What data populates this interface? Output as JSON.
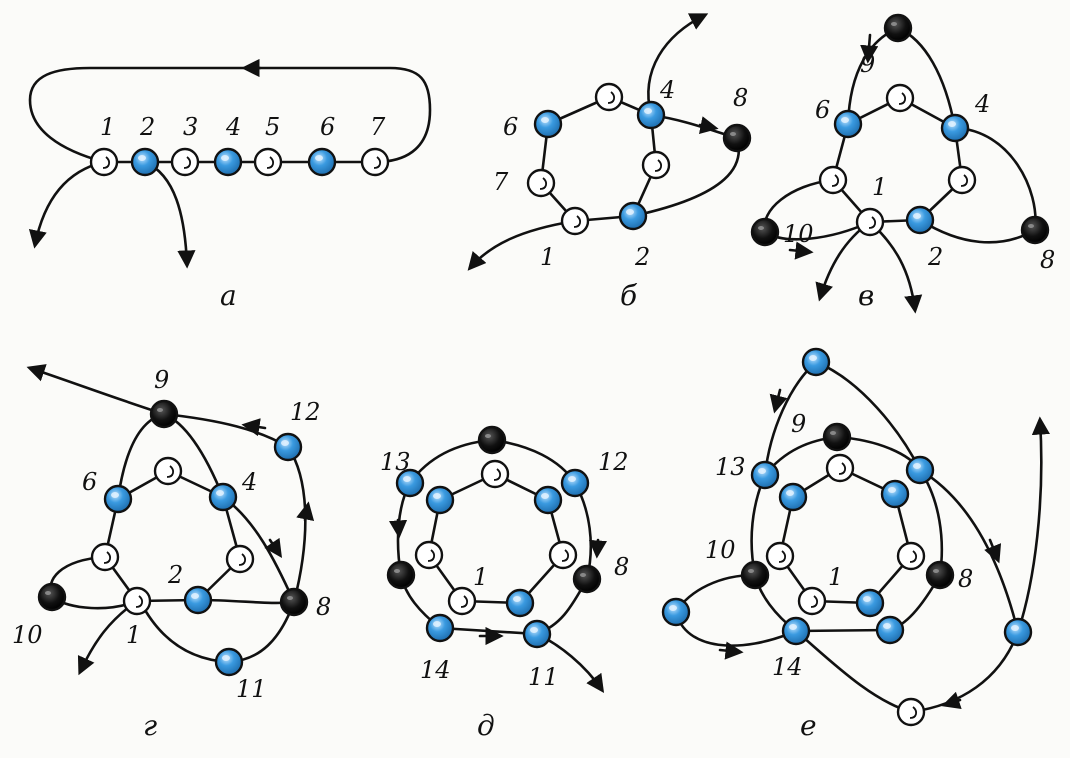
{
  "panels": {
    "a": {
      "caption": "а",
      "labels": [
        "1",
        "2",
        "3",
        "4",
        "5",
        "6",
        "7"
      ]
    },
    "b": {
      "caption": "б",
      "labels": [
        "1",
        "2",
        "4",
        "6",
        "7",
        "8"
      ]
    },
    "v": {
      "caption": "в",
      "labels": [
        "1",
        "2",
        "4",
        "6",
        "8",
        "9",
        "10"
      ]
    },
    "g": {
      "caption": "г",
      "labels": [
        "1",
        "2",
        "4",
        "6",
        "8",
        "9",
        "10",
        "11",
        "12"
      ]
    },
    "d": {
      "caption": "д",
      "labels": [
        "1",
        "8",
        "11",
        "12",
        "13",
        "14"
      ]
    },
    "e": {
      "caption": "е",
      "labels": [
        "1",
        "8",
        "9",
        "10",
        "13",
        "14"
      ]
    }
  },
  "colors": {
    "blue_bead": "#2f8fd6",
    "black_bead": "#111111",
    "white_bead": "#ffffff",
    "wire": "#111111"
  }
}
